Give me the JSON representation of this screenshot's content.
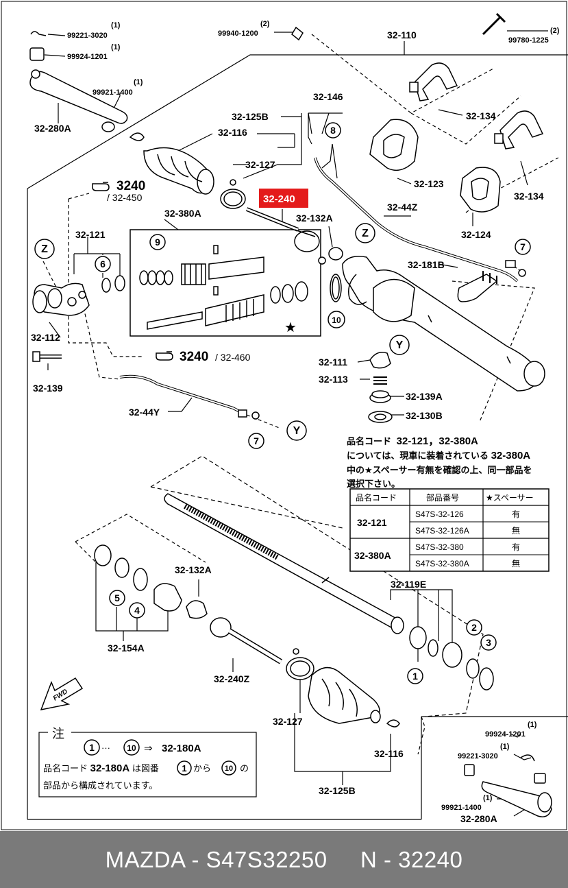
{
  "labels": {
    "l_99221_3020_a": "99221-3020",
    "l_99924_1201_a": "99924-1201",
    "l_99921_1400_a": "99921-1400",
    "l_32_280A_a": "32-280A",
    "l_99940_1200": "99940-1200",
    "l_32_110": "32-110",
    "l_99780_1225": "99780-1225",
    "l_32_146": "32-146",
    "l_32_125B_a": "32-125B",
    "l_32_116_a": "32-116",
    "l_32_127_a": "32-127",
    "l_32_134_a": "32-134",
    "l_32_123": "32-123",
    "l_32_134_b": "32-134",
    "l_32_44Z": "32-44Z",
    "l_32_124": "32-124",
    "l_32_240": "32-240",
    "l_32_132A_a": "32-132A",
    "l_32_380A": "32-380A",
    "l_32_121": "32-121",
    "l_32_181B": "32-181B",
    "l_32_112": "32-112",
    "l_32_139": "32-139",
    "l_32_111": "32-111",
    "l_32_113": "32-113",
    "l_32_139A": "32-139A",
    "l_32_130B": "32-130B",
    "l_32_44Y": "32-44Y",
    "l_32_132A_b": "32-132A",
    "l_32_119E": "32-119E",
    "l_32_154A": "32-154A",
    "l_32_240Z": "32-240Z",
    "l_32_127_b": "32-127",
    "l_32_116_b": "32-116",
    "l_32_125B_b": "32-125B",
    "l_99924_1201_b": "99924-1201",
    "l_99221_3020_b": "99221-3020",
    "l_99921_1400_b": "99921-1400",
    "l_32_280A_b": "32-280A"
  },
  "qty": {
    "one": "(1)",
    "two": "(2)"
  },
  "refs": {
    "ref1_num": "3240",
    "ref1_sub": "/ 32-450",
    "ref2_num": "3240",
    "ref2_sub": "/ 32-460"
  },
  "callouts": {
    "z": "Z",
    "y": "Y",
    "c1": "1",
    "c2": "2",
    "c3": "3",
    "c4": "4",
    "c5": "5",
    "c6": "6",
    "c7": "7",
    "c8": "8",
    "c9": "9",
    "c10": "10"
  },
  "fwd": "FWD",
  "note_paragraph": {
    "line1_prefix": "品名コード",
    "line1_codes": "32-121，32-380A",
    "line2_text": "については、現車に装着されている",
    "line2_code": "32-380A",
    "line3": "中の★スペーサー有無を確認の上、同一部品を",
    "line4": "選択下さい。"
  },
  "table": {
    "headers": [
      "品名コード",
      "部品番号",
      "★スペーサー"
    ],
    "groups": [
      {
        "code": "32-121",
        "rows": [
          {
            "part": "S47S-32-126",
            "spacer": "有"
          },
          {
            "part": "S47S-32-126A",
            "spacer": "無"
          }
        ]
      },
      {
        "code": "32-380A",
        "rows": [
          {
            "part": "S47S-32-380",
            "spacer": "有"
          },
          {
            "part": "S47S-32-380A",
            "spacer": "無"
          }
        ]
      }
    ]
  },
  "note_box": {
    "title": "注",
    "range_from": "1",
    "range_dots": "···",
    "range_to": "10",
    "arrow": "⇒",
    "range_code": "32-180A",
    "l2_prefix": "品名コード",
    "l2_code": "32-180A",
    "l2_mid": "は図番",
    "l2_from": "1",
    "l2_kara": "から",
    "l2_to": "10",
    "l2_no": "の",
    "l3": "部品から構成されています。"
  },
  "footer": "MAZDA - S47S32250     N - 32240",
  "colors": {
    "highlight": "#e41b1b",
    "footer_bg": "#7a7a7a"
  }
}
